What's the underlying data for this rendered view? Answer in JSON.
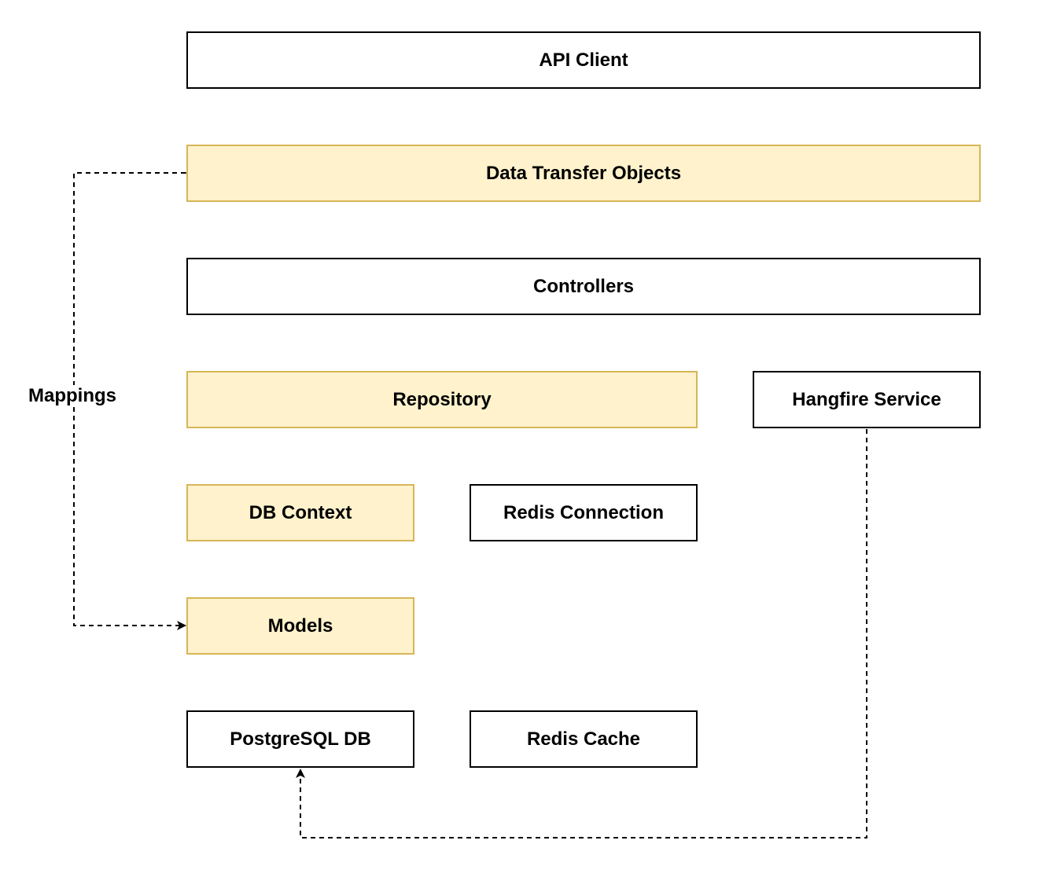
{
  "diagram": {
    "nodes": {
      "api_client": "API Client",
      "dto": "Data Transfer Objects",
      "controllers": "Controllers",
      "repository": "Repository",
      "hangfire": "Hangfire Service",
      "db_context": "DB Context",
      "redis_connection": "Redis Connection",
      "models": "Models",
      "postgres": "PostgreSQL DB",
      "redis_cache": "Redis Cache"
    },
    "edges": {
      "mappings_label": "Mappings"
    },
    "colors": {
      "highlight_fill": "#fff2cc",
      "highlight_border": "#d6b656",
      "default_fill": "#ffffff",
      "default_border": "#000000"
    }
  }
}
